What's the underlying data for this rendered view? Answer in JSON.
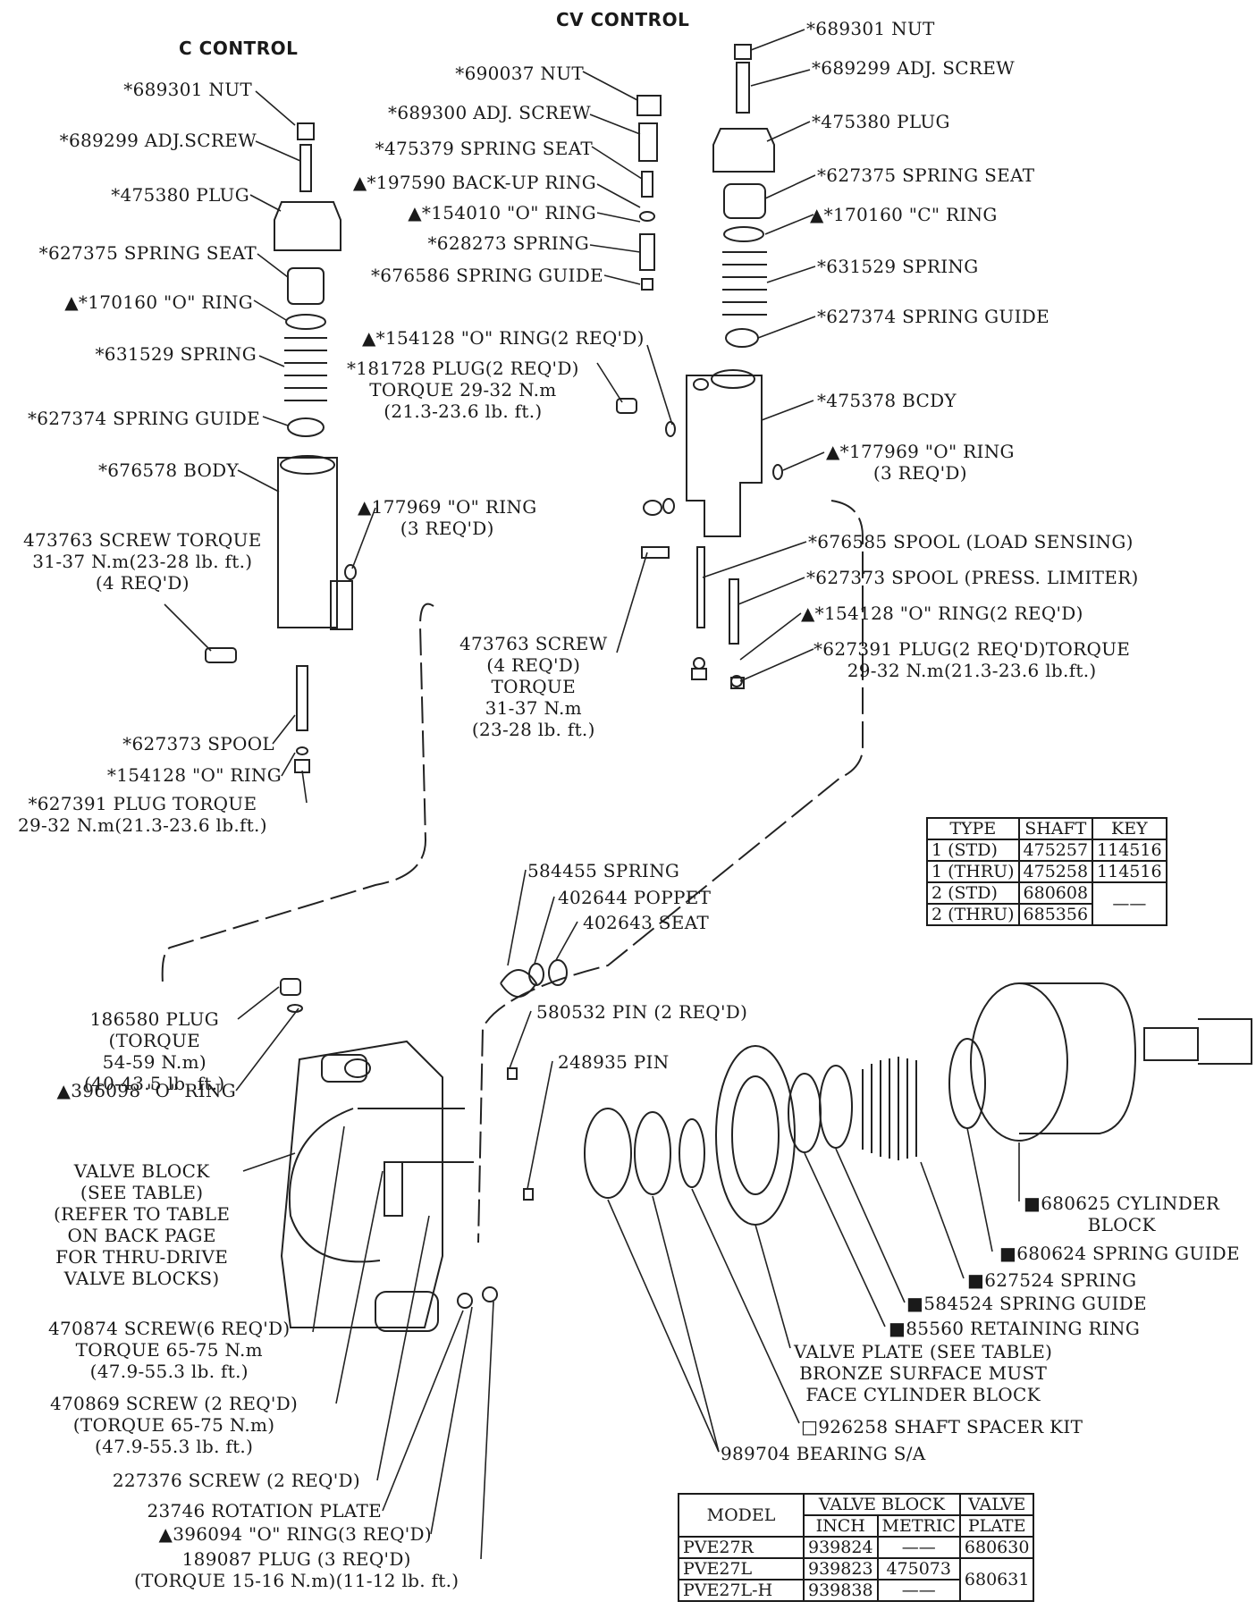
{
  "headers": {
    "c_control": "C CONTROL",
    "cv_control": "CV CONTROL"
  },
  "c_labels": {
    "nut": "*689301 NUT",
    "adj_screw": "*689299 ADJ.SCREW",
    "plug": "*475380 PLUG",
    "spring_seat": "*627375 SPRING SEAT",
    "o_ring": "▲*170160 \"O\" RING",
    "spring": "*631529 SPRING",
    "spring_guide": "*627374 SPRING GUIDE",
    "body": "*676578 BODY",
    "o_ring_177969": [
      "▲177969 \"O\" RING",
      "(3 REQ'D)"
    ],
    "screw_torque": [
      "473763 SCREW TORQUE",
      "31-37 N.m(23-28 lb. ft.)",
      "(4 REQ'D)"
    ],
    "spool": "*627373 SPOOL",
    "o_ring_154128": "*154128 \"O\" RING",
    "plug_torque": [
      "*627391 PLUG TORQUE",
      "29-32 N.m(21.3-23.6 lb.ft.)"
    ]
  },
  "cv_mid_labels": {
    "nut": "*690037 NUT",
    "adj_screw": "*689300 ADJ. SCREW",
    "spring_seat": "*475379 SPRING SEAT",
    "backup_ring": "▲*197590 BACK-UP RING",
    "o_ring": "▲*154010 \"O\" RING",
    "spring": "*628273 SPRING",
    "spring_guide": "*676586 SPRING GUIDE",
    "o_ring_154128": "▲*154128 \"O\" RING(2 REQ'D)",
    "plug_181728": [
      "*181728 PLUG(2 REQ'D)",
      "TORQUE 29-32 N.m",
      "(21.3-23.6 lb. ft.)"
    ],
    "screw_473763": [
      "473763 SCREW",
      "(4 REQ'D)",
      "TORQUE",
      "31-37 N.m",
      "(23-28 lb. ft.)"
    ]
  },
  "cv_right_labels": {
    "nut": "*689301 NUT",
    "adj_screw": "*689299 ADJ. SCREW",
    "plug": "*475380 PLUG",
    "spring_seat": "*627375 SPRING SEAT",
    "o_ring": "▲*170160 \"C\" RING",
    "spring": "*631529 SPRING",
    "spring_guide": "*627374 SPRING GUIDE",
    "body": "*475378 BCDY",
    "o_ring_177969": [
      "▲*177969 \"O\" RING",
      "(3 REQ'D)"
    ],
    "spool_load": "*676585 SPOOL (LOAD SENSING)",
    "spool_press": "*627373 SPOOL (PRESS. LIMITER)",
    "o_ring_154128": "▲*154128 \"O\" RING(2 REQ'D)",
    "plug_627391": [
      "*627391 PLUG(2 REQ'D)TORQUE",
      "29-32 N.m(21.3-23.6 lb.ft.)"
    ]
  },
  "pump_labels": {
    "spring_584455": "584455 SPRING",
    "poppet": "402644 POPPET",
    "seat": "402643 SEAT",
    "pin_580532": "580532 PIN (2 REQ'D)",
    "pin_248935": "248935 PIN",
    "plug_186580": [
      "186580 PLUG",
      "(TORQUE",
      "54-59 N.m)",
      "(40-43.5 lb. ft.)"
    ],
    "o_ring_396098": "▲396098 \"O\" RING",
    "valve_block": [
      "VALVE BLOCK",
      "(SEE TABLE)",
      "(REFER TO TABLE",
      "ON BACK PAGE",
      "FOR THRU-DRIVE",
      "VALVE BLOCKS)"
    ],
    "screw_470874": [
      "470874 SCREW(6 REQ'D)",
      "TORQUE 65-75 N.m",
      "(47.9-55.3 lb. ft.)"
    ],
    "screw_470869": [
      "470869 SCREW (2 REQ'D)",
      "(TORQUE 65-75 N.m)",
      "(47.9-55.3 lb. ft.)"
    ],
    "screw_227376": "227376 SCREW (2 REQ'D)",
    "rotation_plate": "23746 ROTATION PLATE",
    "o_ring_396094": "▲396094 \"O\" RING(3 REQ'D)",
    "plug_189087": [
      "189087 PLUG (3 REQ'D)",
      "(TORQUE 15-16 N.m)(11-12 lb. ft.)"
    ],
    "cylinder_block": [
      "■680625 CYLINDER",
      "BLOCK"
    ],
    "spring_guide_680624": "■680624 SPRING GUIDE",
    "spring_627524": "■627524 SPRING",
    "spring_guide_584524": "■584524 SPRING GUIDE",
    "retaining_ring": "■85560 RETAINING RING",
    "valve_plate": [
      "VALVE PLATE (SEE TABLE)",
      "BRONZE SURFACE MUST",
      "FACE CYLINDER BLOCK"
    ],
    "spacer_kit": "□926258 SHAFT SPACER KIT",
    "bearing": "989704 BEARING S/A"
  },
  "shaft_table": {
    "headers": [
      "TYPE",
      "SHAFT",
      "KEY"
    ],
    "rows": [
      [
        "1 (STD)",
        "475257",
        "114516"
      ],
      [
        "1 (THRU)",
        "475258",
        "114516"
      ],
      [
        "2 (STD)",
        "680608",
        "——"
      ],
      [
        "2 (THRU)",
        "685356",
        ""
      ]
    ]
  },
  "model_table": {
    "headers": {
      "model": "MODEL",
      "valve_block": "VALVE BLOCK",
      "inch": "INCH",
      "metric": "METRIC",
      "valve_plate": [
        "VALVE",
        "PLATE"
      ]
    },
    "rows": [
      [
        "PVE27R",
        "939824",
        "——",
        "680630"
      ],
      [
        "PVE27L",
        "939823",
        "475073",
        "680631"
      ],
      [
        "PVE27L-H",
        "939838",
        "——",
        ""
      ]
    ]
  }
}
